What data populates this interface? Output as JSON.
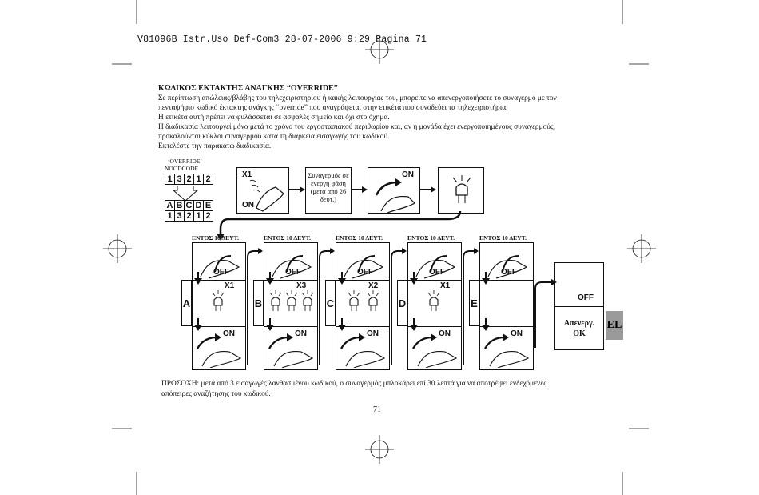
{
  "header": "V81096B Istr.Uso Def-Com3   28-07-2006   9:29   Pagina 71",
  "title": "ΚΩΔΙΚΟΣ ΕΚΤΑΚΤΗΣ ΑΝΑΓΚΗΣ “OVERRIDE”",
  "paragraphs": [
    "Σε περίπτωση απώλειας/βλάβης του τηλεχειριστηρίου ή κακής λειτουργίας του, μπορείτε να απενεργοποιήσετε το συναγερμό με τον",
    "πενταψήφιο κωδικό έκτακτης ανάγκης “override” που αναγράφεται στην ετικέτα που συνοδεύει τα τηλεχειριστήρια.",
    "Η ετικέτα αυτή πρέπει να φυλάσσεται σε ασφαλές σημείο και όχι στο όχημα.",
    "Η διαδικασία λειτουργεί μόνο μετά το χρόνο του εργοστασιακού περιθωρίου και, αν η μονάδα έχει ενεργοποιημένους συναγερμούς,",
    "προκαλούνται κύκλοι συναγερμού κατά τη διάρκεια εισαγωγής του κωδικού.",
    "Εκτελέστε την παρακάτω διαδικασία."
  ],
  "diagram": {
    "override_label": "‘OVERRIDE’",
    "noodcode_label": "NOODCODE",
    "code_digits": [
      "1",
      "3",
      "2",
      "1",
      "2"
    ],
    "letters": [
      "A",
      "B",
      "C",
      "D",
      "E"
    ],
    "top_x1": "X1",
    "top_on": "ON",
    "step_text": "Συναγερμός σε ενεργή φάση (μετά από 26 δευτ.)",
    "top_on2": "ON",
    "entos": "ΕΝΤΟΣ 10 ΔΕΥΤ.",
    "off": "OFF",
    "on": "ON",
    "counts": [
      "X1",
      "X3",
      "X2",
      "X1"
    ],
    "result_off": "OFF",
    "result_text1": "Απενεργ.",
    "result_text2": "OK"
  },
  "badge": "EL",
  "note_lines": [
    "ΠΡΟΣΟΧΗ: μετά από 3 εισαγωγές λανθασμένου κωδικού, ο συναγερμός μπλοκάρει επί 30 λεπτά για να αποτρέψει ενδεχόμενες",
    "απόπειρες αναζήτησης του κωδικού."
  ],
  "page_number": "71"
}
